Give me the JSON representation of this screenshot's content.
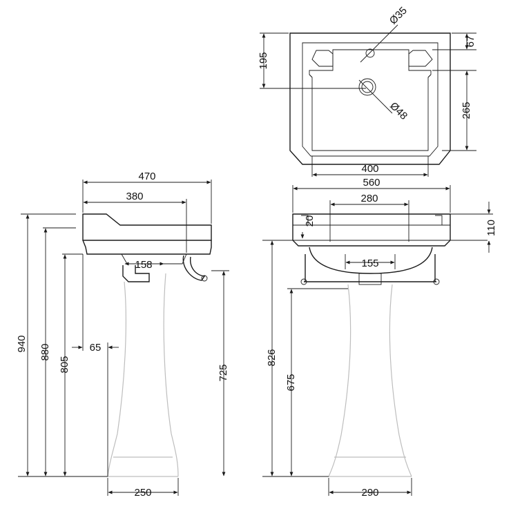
{
  "dimensions": {
    "overall_height": "940",
    "rim_height": "880",
    "bowl_underside_height": "805",
    "waste_offset": "65",
    "towel_rail_height": "725",
    "side_depth": "470",
    "inner_depth": "380",
    "bracket_width": "158",
    "side_pedestal_base": "250",
    "front_width": "560",
    "tap_span": "280",
    "rim_thickness": "20",
    "front_rim_depth": "110",
    "front_bracket": "155",
    "front_height": "826",
    "front_rail_height": "675",
    "front_pedestal_base": "290",
    "tap_hole": "Ø35",
    "basin_overhang": "195",
    "back_shelf": "67",
    "bowl_depth_plan": "265",
    "waste_hole": "Ø48",
    "bowl_width_plan": "400"
  },
  "colors": {
    "line": "#1a1a1a",
    "hidden": "#bdbdbd",
    "background": "#ffffff"
  }
}
